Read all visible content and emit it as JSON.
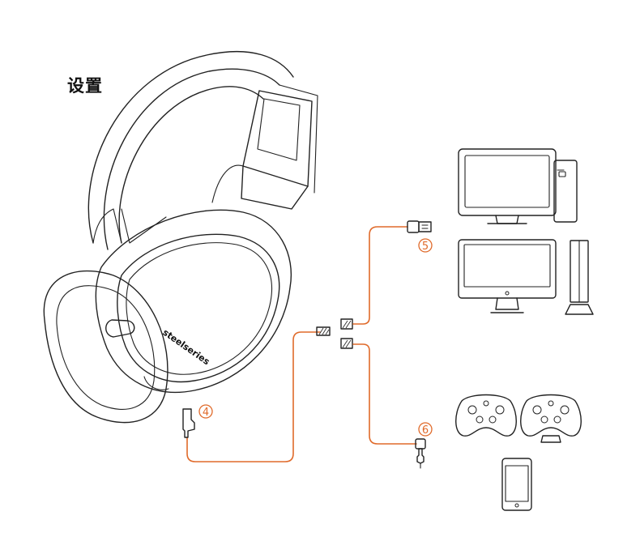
{
  "title": "设置",
  "brand_logo_text": "steelseries",
  "callouts": {
    "four": "4",
    "five": "5",
    "six": "6"
  },
  "colors": {
    "cable": "#e06a2a",
    "line": "#222222"
  },
  "icons": [
    "headset-icon",
    "usb-connector-icon",
    "audio-jack-icon",
    "pc-tower-icon",
    "monitor-icon",
    "playstation-console-icon",
    "xbox-controller-icon",
    "xbox-controller-adapter-icon",
    "smartphone-icon"
  ]
}
